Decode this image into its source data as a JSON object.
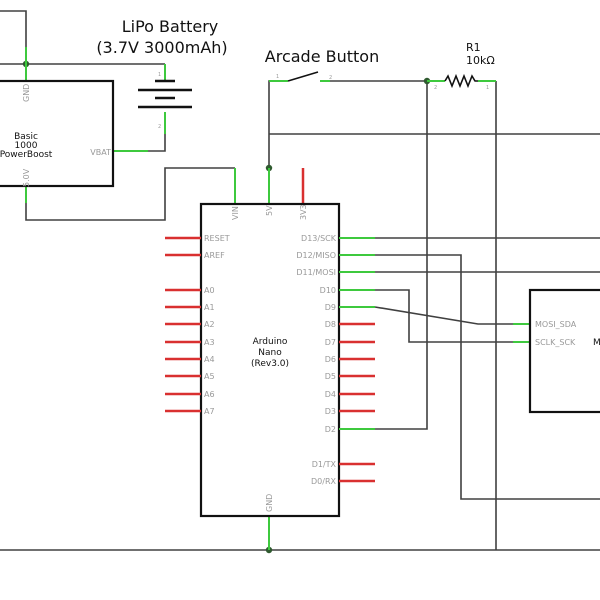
{
  "battery": {
    "title": "LiPo Battery",
    "spec": "(3.7V 3000mAh)",
    "pin1": "1",
    "pin2": "2"
  },
  "powerboost": {
    "line1": "Basic",
    "line2": "1000",
    "line3": "PowerBoost",
    "pins": {
      "gnd": "GND",
      "vbat": "VBAT",
      "v5": "5.0V"
    }
  },
  "button": {
    "title": "Arcade Button",
    "pin1": "1",
    "pin2": "2"
  },
  "resistor": {
    "name": "R1",
    "value": "10kΩ",
    "pin1": "1",
    "pin2": "2"
  },
  "arduino": {
    "line1": "Arduino",
    "line2": "Nano",
    "line3": "(Rev3.0)",
    "top_pins": [
      "VIN",
      "5V",
      "3V3"
    ],
    "bottom_pin": "GND",
    "left_pins": [
      "RESET",
      "AREF",
      "A0",
      "A1",
      "A2",
      "A3",
      "A4",
      "A5",
      "A6",
      "A7"
    ],
    "right_pins": [
      "D13/SCK",
      "D12/MISO",
      "D11/MOSI",
      "D10",
      "D9",
      "D8",
      "D7",
      "D6",
      "D5",
      "D4",
      "D3",
      "D2",
      "D1/TX",
      "D0/RX"
    ]
  },
  "display": {
    "label": "M",
    "pins": [
      "MOSI_SDA",
      "SCLK_SCK"
    ]
  },
  "colors": {
    "wire": "#404040",
    "connected_pin": "#3ec93e",
    "unconnected_pin": "#d93030"
  }
}
